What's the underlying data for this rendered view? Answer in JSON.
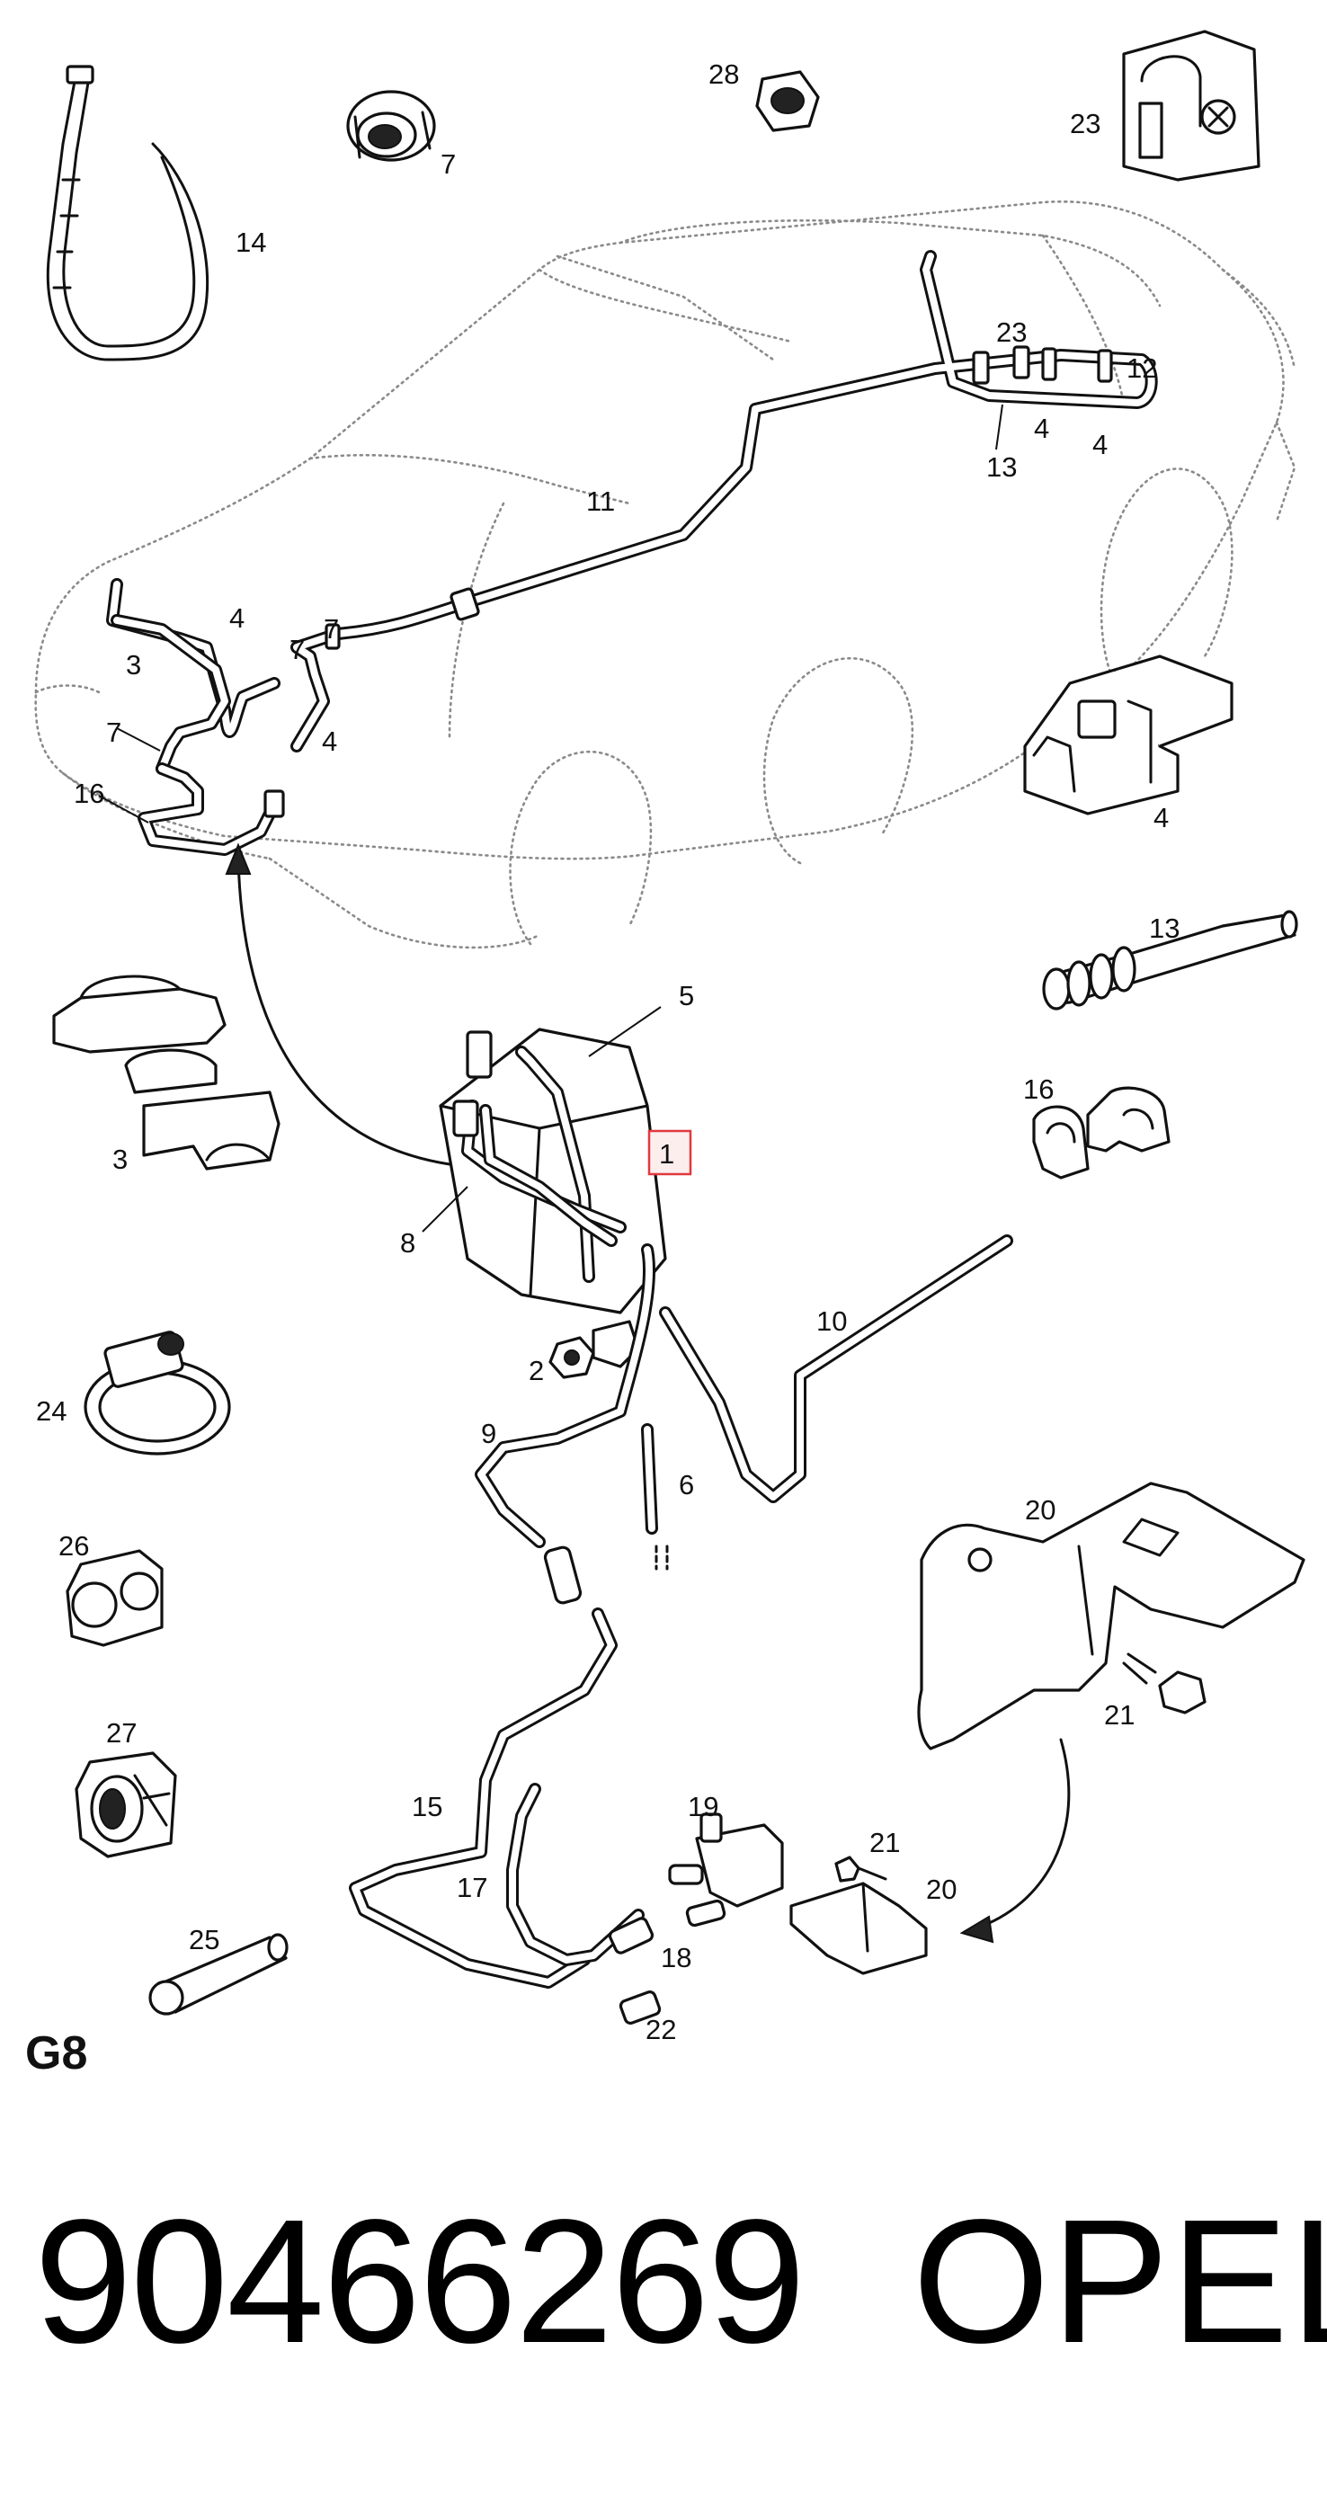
{
  "diagram": {
    "labels": {
      "l1": "1",
      "l2": "2",
      "l3a": "3",
      "l3b": "3",
      "l4a": "4",
      "l4b": "4",
      "l4c": "4",
      "l4d": "4",
      "l4e": "4",
      "l5": "5",
      "l6": "6",
      "l7a": "7",
      "l7b": "7",
      "l7c": "7",
      "l7d": "7",
      "l8": "8",
      "l9": "9",
      "l10": "10",
      "l11": "11",
      "l12": "12",
      "l13a": "13",
      "l13b": "13",
      "l14": "14",
      "l15": "15",
      "l16a": "16",
      "l16b": "16",
      "l17": "17",
      "l18": "18",
      "l19": "19",
      "l20a": "20",
      "l20b": "20",
      "l21a": "21",
      "l21b": "21",
      "l22": "22",
      "l23a": "23",
      "l23b": "23",
      "l24": "24",
      "l25": "25",
      "l26": "26",
      "l27": "27",
      "l28": "28"
    },
    "highlight_color": "#e0393e",
    "section_code": "G8"
  },
  "footer": {
    "part_number": "90466269",
    "brand": "OPEL"
  }
}
